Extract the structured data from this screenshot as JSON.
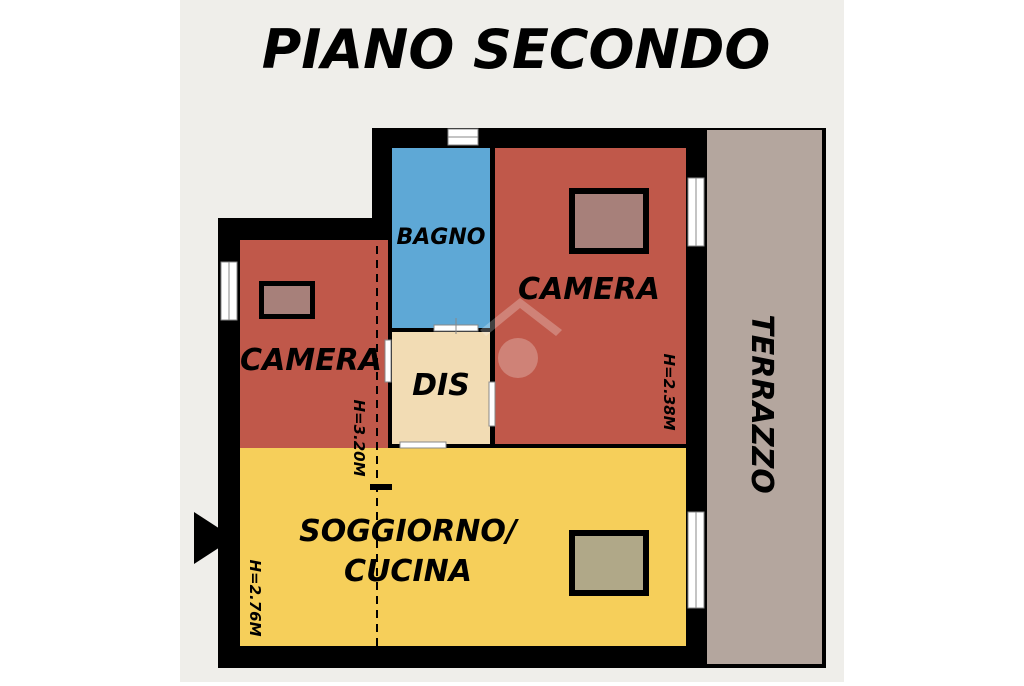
{
  "title": "PIANO SECONDO",
  "rooms": {
    "camera_left": "CAMERA",
    "bagno": "BAGNO",
    "camera_right": "CAMERA",
    "dis": "DIS",
    "soggiorno_line1": "SOGGIORNO/",
    "soggiorno_line2": "CUCINA",
    "terrazzo": "TERRAZZO"
  },
  "heights": {
    "camera_left": "H=3.20M",
    "camera_right": "H=2.38M",
    "soggiorno": "H=2.76M"
  },
  "colors": {
    "camera": "#c0584a",
    "bagno": "#5ea8d6",
    "dis": "#f2dcb4",
    "soggiorno": "#f6cf5a",
    "terrazzo": "#b4a69e",
    "wall": "#000000",
    "page_bg": "#efeeea"
  }
}
